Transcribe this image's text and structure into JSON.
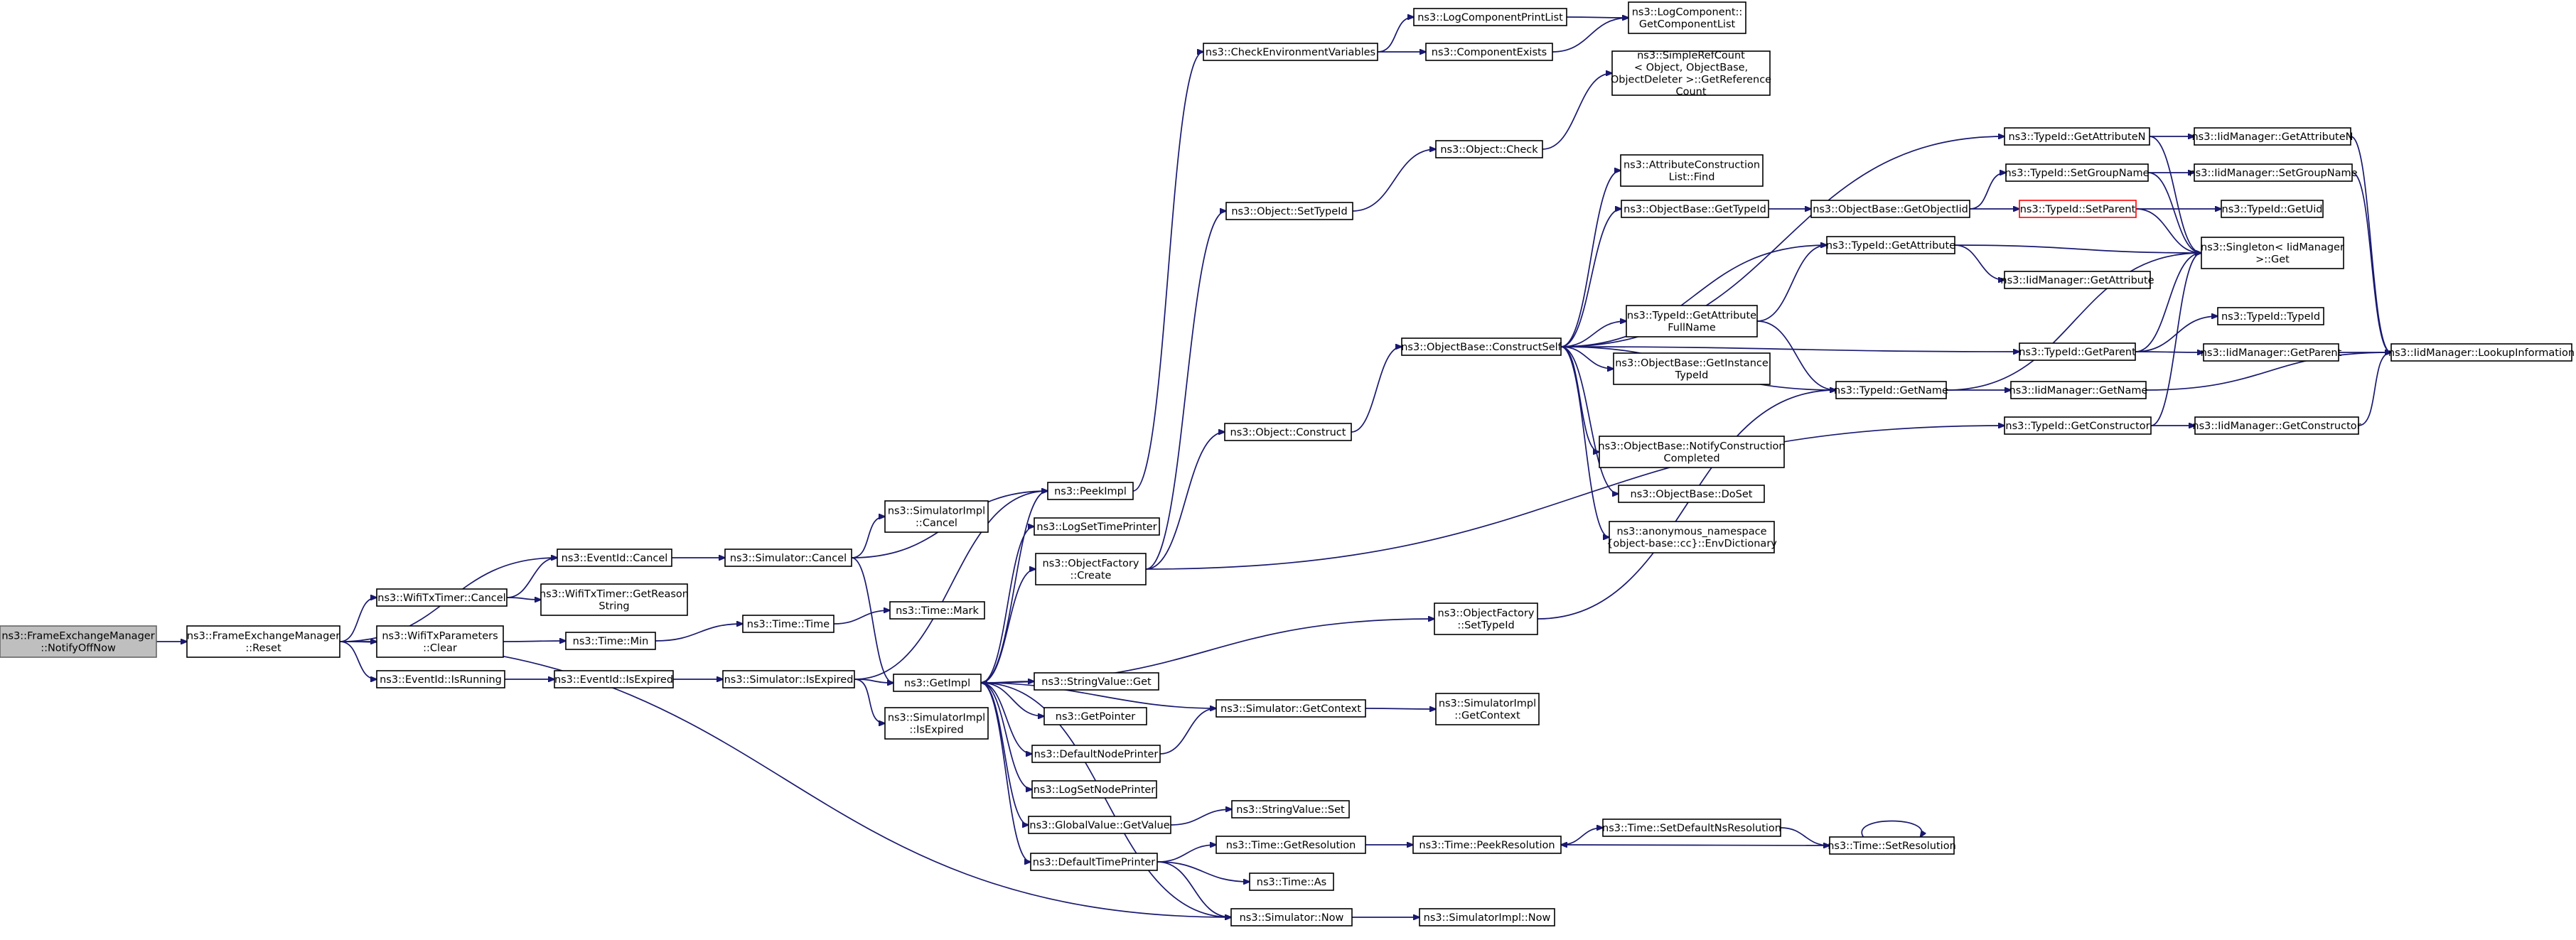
{
  "title": "",
  "colors": {
    "edge": "#191970",
    "node_border": "#000000",
    "root_fill": "#bfbfbf",
    "highlight_border": "#ff0000"
  },
  "nodes": {
    "notify": {
      "lines": [
        "ns3::FrameExchangeManager",
        "::NotifyOffNow"
      ]
    },
    "reset": {
      "lines": [
        "ns3::FrameExchangeManager",
        "::Reset"
      ]
    },
    "eventCancel": {
      "lines": [
        "ns3::EventId::Cancel"
      ]
    },
    "wifiTimerCancel": {
      "lines": [
        "ns3::WifiTxTimer::Cancel"
      ]
    },
    "wifiParamsClear": {
      "lines": [
        "ns3::WifiTxParameters",
        "::Clear"
      ]
    },
    "eventIsRunning": {
      "lines": [
        "ns3::EventId::IsRunning"
      ]
    },
    "wifiGetReason": {
      "lines": [
        "ns3::WifiTxTimer::GetReason",
        "String"
      ]
    },
    "timeMin": {
      "lines": [
        "ns3::Time::Min"
      ]
    },
    "eventIsExpired": {
      "lines": [
        "ns3::EventId::IsExpired"
      ]
    },
    "simCancel": {
      "lines": [
        "ns3::Simulator::Cancel"
      ]
    },
    "timeTime": {
      "lines": [
        "ns3::Time::Time"
      ]
    },
    "simIsExpired": {
      "lines": [
        "ns3::Simulator::IsExpired"
      ]
    },
    "implCancel": {
      "lines": [
        "ns3::SimulatorImpl",
        "::Cancel"
      ]
    },
    "timeMark": {
      "lines": [
        "ns3::Time::Mark"
      ]
    },
    "getImpl": {
      "lines": [
        "ns3::GetImpl"
      ]
    },
    "implIsExpired": {
      "lines": [
        "ns3::SimulatorImpl",
        "::IsExpired"
      ]
    },
    "peekImpl": {
      "lines": [
        "ns3::PeekImpl"
      ]
    },
    "logSetTimePrinter": {
      "lines": [
        "ns3::LogSetTimePrinter"
      ]
    },
    "objFactoryCreate": {
      "lines": [
        "ns3::ObjectFactory",
        "::Create"
      ]
    },
    "stringValueGet": {
      "lines": [
        "ns3::StringValue::Get"
      ]
    },
    "getPointer": {
      "lines": [
        "ns3::GetPointer"
      ]
    },
    "defaultNodePrinter": {
      "lines": [
        "ns3::DefaultNodePrinter"
      ]
    },
    "logSetNodePrinter": {
      "lines": [
        "ns3::LogSetNodePrinter"
      ]
    },
    "globalValueGetValue": {
      "lines": [
        "ns3::GlobalValue::GetValue"
      ]
    },
    "defaultTimePrinter": {
      "lines": [
        "ns3::DefaultTimePrinter"
      ]
    },
    "checkEnv": {
      "lines": [
        "ns3::CheckEnvironmentVariables"
      ]
    },
    "objSetTypeId": {
      "lines": [
        "ns3::Object::SetTypeId"
      ]
    },
    "objConstruct": {
      "lines": [
        "ns3::Object::Construct"
      ]
    },
    "objFactorySetTypeId": {
      "lines": [
        "ns3::ObjectFactory",
        "::SetTypeId"
      ]
    },
    "simGetContext": {
      "lines": [
        "ns3::Simulator::GetContext"
      ]
    },
    "stringValueSet": {
      "lines": [
        "ns3::StringValue::Set"
      ]
    },
    "timeGetResolution": {
      "lines": [
        "ns3::Time::GetResolution"
      ]
    },
    "timeAs": {
      "lines": [
        "ns3::Time::As"
      ]
    },
    "simNow": {
      "lines": [
        "ns3::Simulator::Now"
      ]
    },
    "logCompPrintList": {
      "lines": [
        "ns3::LogComponentPrintList"
      ]
    },
    "compExists": {
      "lines": [
        "ns3::ComponentExists"
      ]
    },
    "objCheck": {
      "lines": [
        "ns3::Object::Check"
      ]
    },
    "constructSelf": {
      "lines": [
        "ns3::ObjectBase::ConstructSelf"
      ]
    },
    "implGetContext": {
      "lines": [
        "ns3::SimulatorImpl",
        "::GetContext"
      ]
    },
    "peekResolution": {
      "lines": [
        "ns3::Time::PeekResolution"
      ]
    },
    "implNow": {
      "lines": [
        "ns3::SimulatorImpl::Now"
      ]
    },
    "logCompGetList": {
      "lines": [
        "ns3::LogComponent::",
        "GetComponentList"
      ]
    },
    "simpleRefCount": {
      "lines": [
        "ns3::SimpleRefCount",
        "< Object, ObjectBase,",
        "ObjectDeleter >::GetReference",
        "Count"
      ]
    },
    "attrConstrFind": {
      "lines": [
        "ns3::AttributeConstruction",
        "List::Find"
      ]
    },
    "objBaseGetTypeId": {
      "lines": [
        "ns3::ObjectBase::GetTypeId"
      ]
    },
    "typeIdGetAttrFullName": {
      "lines": [
        "ns3::TypeId::GetAttribute",
        "FullName"
      ]
    },
    "objBaseGetInstanceTypeId": {
      "lines": [
        "ns3::ObjectBase::GetInstance",
        "TypeId"
      ]
    },
    "notifyConstrCompleted": {
      "lines": [
        "ns3::ObjectBase::NotifyConstruction",
        "Completed"
      ]
    },
    "objBaseDoSet": {
      "lines": [
        "ns3::ObjectBase::DoSet"
      ]
    },
    "envDictionary": {
      "lines": [
        "ns3::anonymous_namespace",
        "{object-base::cc}::EnvDictionary"
      ]
    },
    "setDefaultNsRes": {
      "lines": [
        "ns3::Time::SetDefaultNsResolution"
      ]
    },
    "objBaseGetObjectIid": {
      "lines": [
        "ns3::ObjectBase::GetObjectIid"
      ]
    },
    "typeIdGetAttribute": {
      "lines": [
        "ns3::TypeId::GetAttribute"
      ]
    },
    "typeIdGetName": {
      "lines": [
        "ns3::TypeId::GetName"
      ]
    },
    "timeSetResolution": {
      "lines": [
        "ns3::Time::SetResolution"
      ]
    },
    "typeIdGetAttributeN": {
      "lines": [
        "ns3::TypeId::GetAttributeN"
      ]
    },
    "typeIdSetGroupName": {
      "lines": [
        "ns3::TypeId::SetGroupName"
      ]
    },
    "typeIdSetParent": {
      "lines": [
        "ns3::TypeId::SetParent"
      ]
    },
    "iidMgrGetAttribute": {
      "lines": [
        "ns3::IidManager::GetAttribute"
      ]
    },
    "typeIdGetParent": {
      "lines": [
        "ns3::TypeId::GetParent"
      ]
    },
    "iidMgrGetName": {
      "lines": [
        "ns3::IidManager::GetName"
      ]
    },
    "typeIdGetConstructor": {
      "lines": [
        "ns3::TypeId::GetConstructor"
      ]
    },
    "iidMgrGetAttributeN": {
      "lines": [
        "ns3::IidManager::GetAttributeN"
      ]
    },
    "iidMgrSetGroupName": {
      "lines": [
        "ns3::IidManager::SetGroupName"
      ]
    },
    "typeIdGetUid": {
      "lines": [
        "ns3::TypeId::GetUid"
      ]
    },
    "singletonGet": {
      "lines": [
        "ns3::Singleton< IidManager",
        ">::Get"
      ]
    },
    "typeIdTypeId": {
      "lines": [
        "ns3::TypeId::TypeId"
      ]
    },
    "iidMgrGetParent": {
      "lines": [
        "ns3::IidManager::GetParent"
      ]
    },
    "iidMgrGetConstructor": {
      "lines": [
        "ns3::IidManager::GetConstructor"
      ]
    },
    "iidMgrLookupInfo": {
      "lines": [
        "ns3::IidManager::LookupInformation"
      ]
    }
  }
}
